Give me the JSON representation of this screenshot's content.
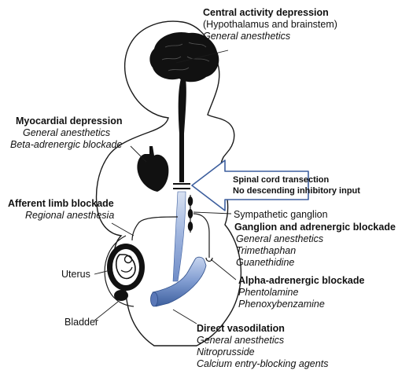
{
  "central": {
    "title": "Central activity depression",
    "sub": "(Hypothalamus and brainstem)",
    "agent": "General anesthetics"
  },
  "myocardial": {
    "title": "Myocardial depression",
    "agents": [
      "General anesthetics",
      "Beta-adrenergic blockade"
    ]
  },
  "spinal": {
    "lines": [
      "Spinal cord transection",
      "No descending inhibitory input"
    ]
  },
  "afferent": {
    "title": "Afferent limb blockade",
    "agent": "Regional anesthesia"
  },
  "sympathetic": {
    "label": "Sympathetic ganglion"
  },
  "ganglion": {
    "title": "Ganglion and adrenergic blockade",
    "agents": [
      "General anesthetics",
      "Trimethaphan",
      "Guanethidine"
    ]
  },
  "uterus": {
    "label": "Uterus"
  },
  "alpha": {
    "title": "Alpha-adrenergic blockade",
    "agents": [
      "Phentolamine",
      "Phenoxybenzamine"
    ]
  },
  "bladder": {
    "label": "Bladder"
  },
  "vasodilation": {
    "title": "Direct vasodilation",
    "agents": [
      "General anesthetics",
      "Nitroprusside",
      "Calcium entry-blocking agents"
    ]
  },
  "colors": {
    "outline": "#1a1a1a",
    "vessel_blue": "#7f9bd0",
    "vessel_dark": "#3d5f9e",
    "arrow_fill": "#ffffff"
  }
}
